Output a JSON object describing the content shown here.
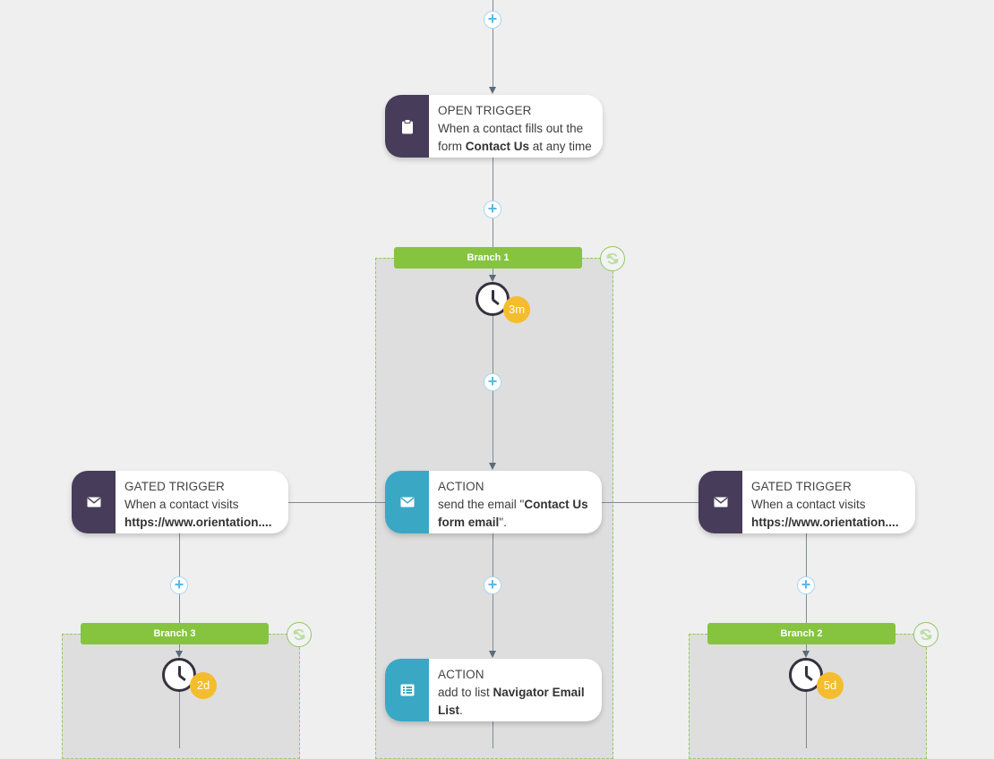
{
  "nodes": {
    "open_trigger": {
      "title": "OPEN TRIGGER",
      "line1": "When a contact fills out the",
      "line2_pre": "form ",
      "line2_bold": "Contact Us",
      "line2_post": " at any time",
      "icon": "clipboard-icon"
    },
    "action_email": {
      "title": "ACTION",
      "line1_pre": "send the email \"",
      "line1_bold": "Contact Us",
      "line2_bold": "form email",
      "line2_post": "\".",
      "icon": "envelope-icon"
    },
    "action_list": {
      "title": "ACTION",
      "line1_pre": "add to list ",
      "line1_bold": "Navigator Email",
      "line2_bold": "List",
      "line2_post": ".",
      "icon": "list-icon"
    },
    "gated_left": {
      "title": "GATED TRIGGER",
      "line1": "When a contact visits",
      "line2_bold": "https://www.orientation....",
      "icon": "envelope-icon"
    },
    "gated_right": {
      "title": "GATED TRIGGER",
      "line1": "When a contact visits",
      "line2_bold": "https://www.orientation....",
      "icon": "envelope-icon"
    }
  },
  "branches": {
    "b1": {
      "label": "Branch 1",
      "delay": "3m"
    },
    "b2": {
      "label": "Branch 2",
      "delay": "5d"
    },
    "b3": {
      "label": "Branch 3",
      "delay": "2d"
    }
  },
  "plus_symbol": "+",
  "colors": {
    "trigger": "#473c59",
    "action": "#3aa8c4",
    "branch": "#86c440",
    "delay_badge": "#f4bd2f"
  }
}
